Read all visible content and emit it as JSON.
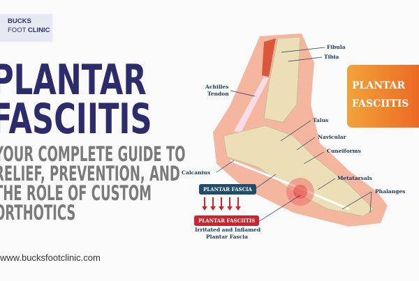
{
  "logo": {
    "line1": "BUCKS",
    "line2a": "FOOT",
    "line2b": "CLINIC"
  },
  "title": {
    "line1": "PLANTAR",
    "line2": "FASCIITIS"
  },
  "subtitle": [
    "YOUR COMPLETE GUIDE TO",
    "RELIEF, PREVENTION, AND",
    "THE ROLE OF CUSTOM",
    "ORTHOTICS"
  ],
  "website": "www.bucksfootclinic.com",
  "badge": {
    "line1": "PLANTAR",
    "line2": "FASCIITIS",
    "color_start": "#f2a33a",
    "color_end": "#ec6a24"
  },
  "diagram": {
    "labels": {
      "fibula": "Fibula",
      "tibia": "Tibia",
      "achilles": "Achilles",
      "tendon": "Tendon",
      "talus": "Talus",
      "navicular": "Navicular",
      "cuneiforms": "Cuneiforms",
      "calcanius": "Calcanius",
      "metatarsals": "Metatarsals",
      "phalanges": "Phalanges"
    },
    "plantar_fascia": "PLANTAR FASCIA",
    "plantar_fasciitis": "PLANTAR FASCIITIS",
    "caption1": "Irritated and Inflamed",
    "caption2": "Plantar Fascia",
    "colors": {
      "fascia_box": "#1f4d6b",
      "fasciitis_box": "#c8262e",
      "arrow": "#c8262e"
    }
  }
}
